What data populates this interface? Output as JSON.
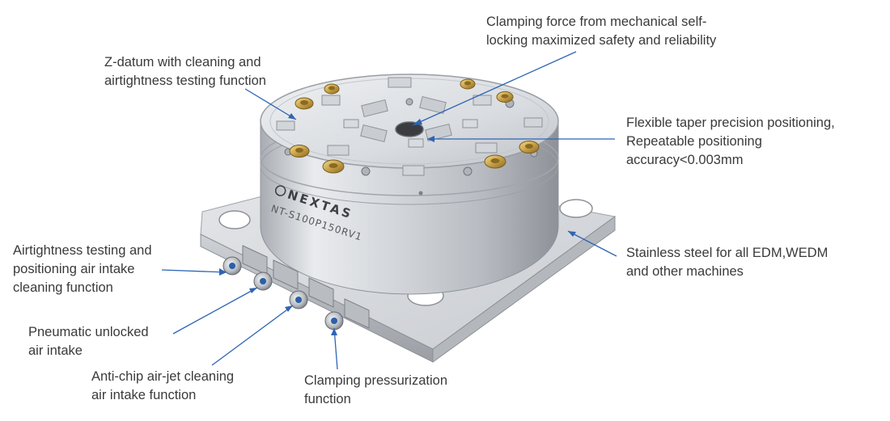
{
  "product": {
    "brand": "NEXTAS",
    "model": "NT-S100P150RV1"
  },
  "callouts": {
    "clamping_force": {
      "lines": [
        "Clamping force from mechanical self-",
        "locking maximized safety and reliability"
      ]
    },
    "z_datum": {
      "lines": [
        "Z-datum with cleaning and",
        "airtightness testing function"
      ]
    },
    "taper_positioning": {
      "lines": [
        "Flexible taper precision positioning,",
        "Repeatable positioning",
        "accuracy<0.003mm"
      ]
    },
    "stainless_steel": {
      "lines": [
        "Stainless steel for all EDM,WEDM",
        "and other machines"
      ]
    },
    "airtightness_intake": {
      "lines": [
        "Airtightness testing and",
        "positioning air intake",
        "cleaning function"
      ]
    },
    "pneumatic_unlocked": {
      "lines": [
        "Pneumatic unlocked",
        "air intake"
      ]
    },
    "anti_chip": {
      "lines": [
        "Anti-chip air-jet cleaning",
        "air intake function"
      ]
    },
    "clamping_pressurization": {
      "lines": [
        "Clamping pressurization",
        "function"
      ]
    }
  },
  "colors": {
    "label_text": "#3a3a3a",
    "leader_line": "#2e64b4",
    "steel_light": "#f2f3f5",
    "steel_mid": "#c4c7cc",
    "steel_dark": "#7d8087",
    "brass": "#c8a24a"
  }
}
